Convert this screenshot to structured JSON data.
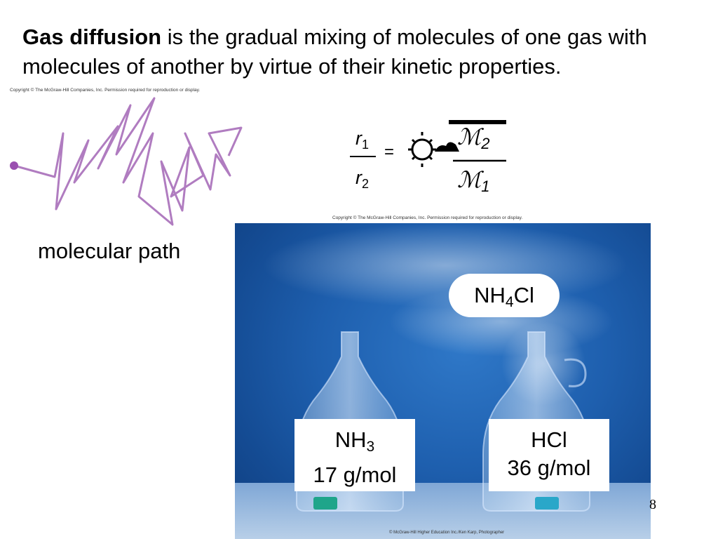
{
  "heading": {
    "bold": "Gas diffusion",
    "rest": " is the gradual mixing of molecules of one gas with molecules of another by virtue of their kinetic properties."
  },
  "copyright_top": "Copyright © The McGraw-Hill Companies, Inc. Permission required for reproduction or display.",
  "copyright_photo": "Copyright © The McGraw-Hill Companies, Inc. Permission required for reproduction or display.",
  "copyright_bottom": "© McGraw-Hill Higher Education Inc./Ken Karp, Photographer",
  "molecular_path_caption": "molecular path",
  "formula": {
    "r_symbol": "r",
    "sub1": "1",
    "sub2": "2",
    "equals": "=",
    "m_symbol": "ℳ",
    "m_sub_top": "2",
    "m_sub_bottom": "1"
  },
  "labels": {
    "nh4cl": {
      "main": "NH",
      "sub": "4",
      "rest": "Cl"
    },
    "nh3": {
      "main": "NH",
      "sub": "3",
      "mass": "17 g/mol"
    },
    "hcl": {
      "main": "HCl",
      "mass": "36 g/mol"
    }
  },
  "slide_number": "8",
  "colors": {
    "path": "#b07cc0",
    "dot": "#9a4fb0",
    "photo_blue": "#1e5fae"
  }
}
